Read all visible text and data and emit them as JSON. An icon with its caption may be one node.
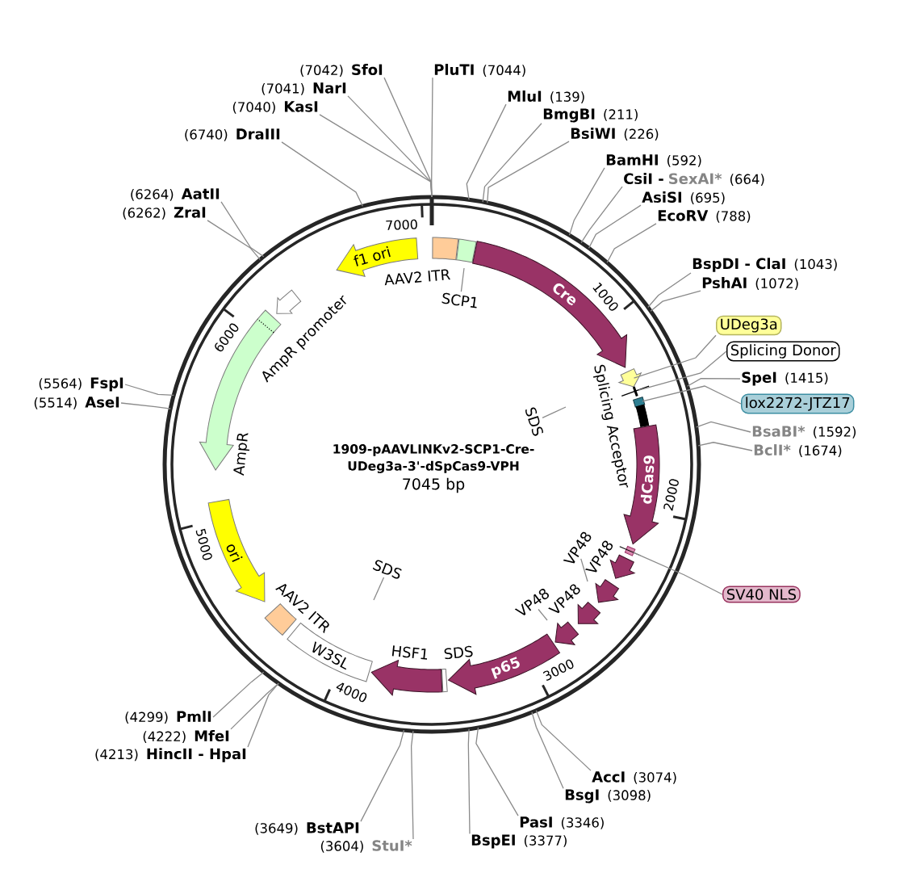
{
  "diagram": {
    "title": "1909-pAAVLINKv2-SCP1-Cre-UDeg3a-3'-dSpCas9-VPH",
    "nodes": [
      {
        "text": [],
        "shape": "circle"
      },
      {
        "text": [
          "f1 ori"
        ],
        "in": 0
      },
      {
        "text": [
          "AAV2 ITR"
        ],
        "in": 0
      },
      {
        "text": [
          "SCP1"
        ],
        "in": 0
      },
      {
        "text": [
          "Cre"
        ],
        "in": 0
      },
      {
        "text": [],
        "shape": "arrow",
        "in": 0
      },
      {
        "text": [],
        "shape": "bar",
        "in": 0
      },
      {
        "text": [],
        "shape": "box",
        "in": 0
      },
      {
        "text": [
          "Splicing Acceptor"
        ],
        "in": 0
      },
      {
        "text": [
          "dCas9"
        ],
        "in": 0
      },
      {
        "text": [],
        "shape": "box",
        "in": 0
      },
      {
        "text": [
          "VP48"
        ],
        "in": 0
      },
      {
        "text": [
          "VP48"
        ],
        "in": 0
      },
      {
        "text": [
          "VP48"
        ],
        "in": 0
      },
      {
        "text": [
          "VP48"
        ],
        "in": 0
      },
      {
        "text": [
          "p65"
        ],
        "in": 0
      },
      {
        "text": [
          "SDS"
        ],
        "in": 0
      },
      {
        "text": [
          "HSF1"
        ],
        "in": 0
      },
      {
        "text": [
          "W3SL"
        ],
        "in": 0
      },
      {
        "text": [
          "AAV2 ITR"
        ],
        "in": 0
      },
      {
        "text": [
          "ori"
        ],
        "in": 0
      },
      {
        "text": [
          "AmpR"
        ],
        "in": 0
      },
      {
        "text": [
          "AmpR promoter"
        ],
        "in": 0
      },
      {
        "text": [
          "SDS"
        ],
        "in": 0
      },
      {
        "text": [
          "SDS"
        ],
        "in": 0
      },
      {
        "text": [
          "UDeg3a"
        ]
      },
      {
        "text": [
          "Splicing Donor"
        ]
      },
      {
        "text": [
          "lox2272-JTZ17"
        ]
      },
      {
        "text": [
          "SV40 NLS"
        ]
      },
      {
        "text": [
          "PluTI",
          "(7044)"
        ]
      },
      {
        "text": [
          "MluI",
          "(139)"
        ]
      },
      {
        "text": [
          "BmgBI",
          "(211)"
        ]
      },
      {
        "text": [
          "BsiWI",
          "(226)"
        ]
      },
      {
        "text": [
          "BamHI",
          "(592)"
        ]
      },
      {
        "text": [
          "CsiI -",
          "SexAI*",
          "(664)"
        ]
      },
      {
        "text": [
          "AsiSI",
          "(695)"
        ]
      },
      {
        "text": [
          "EcoRV",
          "(788)"
        ]
      },
      {
        "text": [
          "BspDI - ClaI",
          "(1043)"
        ]
      },
      {
        "text": [
          "PshAI",
          "(1072)"
        ]
      },
      {
        "text": [
          "SpeI",
          "(1415)"
        ]
      },
      {
        "text": [
          "BsaBI*",
          "(1592)"
        ]
      },
      {
        "text": [
          "BclI*",
          "(1674)"
        ]
      },
      {
        "text": [
          "AccI",
          "(3074)"
        ]
      },
      {
        "text": [
          "BsgI",
          "(3098)"
        ]
      },
      {
        "text": [
          "PasI",
          "(3346)"
        ]
      },
      {
        "text": [
          "BspEI",
          "(3377)"
        ]
      },
      {
        "text": [
          "(3604)",
          "StuI*"
        ]
      },
      {
        "text": [
          "(3649)",
          "BstAPI"
        ]
      },
      {
        "text": [
          "(4213)",
          "HincII - HpaI"
        ]
      },
      {
        "text": [
          "(4222)",
          "MfeI"
        ]
      },
      {
        "text": [
          "(4299)",
          "PmlI"
        ]
      },
      {
        "text": [
          "(5514)",
          "AseI"
        ]
      },
      {
        "text": [
          "(5564)",
          "FspI"
        ]
      },
      {
        "text": [
          "(6262)",
          "ZraI"
        ]
      },
      {
        "text": [
          "(6264)",
          "AatII"
        ]
      },
      {
        "text": [
          "(6740)",
          "DraIII"
        ]
      },
      {
        "text": [
          "(7040)",
          "KasI"
        ]
      },
      {
        "text": [
          "(7041)",
          "NarI"
        ]
      },
      {
        "text": [
          "(7042)",
          "SfoI"
        ]
      }
    ],
    "edges": [
      {
        "from": 25,
        "to": 5,
        "arrow": "none"
      },
      {
        "from": 26,
        "to": 6,
        "arrow": "none"
      },
      {
        "from": 27,
        "to": 7,
        "arrow": "none"
      },
      {
        "from": 28,
        "to": 10,
        "arrow": "none"
      },
      {
        "from": 3,
        "to": 0,
        "arrow": "none"
      },
      {
        "from": 12,
        "to": 0,
        "arrow": "none"
      },
      {
        "from": 14,
        "to": 0,
        "arrow": "none"
      },
      {
        "from": 23,
        "to": 0,
        "arrow": "none"
      },
      {
        "from": 24,
        "to": 0,
        "arrow": "none"
      },
      {
        "from": 29,
        "to": 0,
        "arrow": "none"
      },
      {
        "from": 30,
        "to": 0,
        "arrow": "none"
      },
      {
        "from": 31,
        "to": 0,
        "arrow": "none"
      },
      {
        "from": 32,
        "to": 0,
        "arrow": "none"
      },
      {
        "from": 33,
        "to": 0,
        "arrow": "none"
      },
      {
        "from": 34,
        "to": 0,
        "arrow": "none"
      },
      {
        "from": 35,
        "to": 0,
        "arrow": "none"
      },
      {
        "from": 36,
        "to": 0,
        "arrow": "none"
      },
      {
        "from": 37,
        "to": 0,
        "arrow": "none"
      },
      {
        "from": 38,
        "to": 0,
        "arrow": "none"
      },
      {
        "from": 39,
        "to": 0,
        "arrow": "none"
      },
      {
        "from": 40,
        "to": 0,
        "arrow": "none"
      },
      {
        "from": 41,
        "to": 0,
        "arrow": "none"
      },
      {
        "from": 42,
        "to": 0,
        "arrow": "none"
      },
      {
        "from": 43,
        "to": 0,
        "arrow": "none"
      },
      {
        "from": 44,
        "to": 0,
        "arrow": "none"
      },
      {
        "from": 45,
        "to": 0,
        "arrow": "none"
      },
      {
        "from": 46,
        "to": 0,
        "arrow": "none"
      },
      {
        "from": 47,
        "to": 0,
        "arrow": "none"
      },
      {
        "from": 48,
        "to": 0,
        "arrow": "none"
      },
      {
        "from": 49,
        "to": 0,
        "arrow": "none"
      },
      {
        "from": 50,
        "to": 0,
        "arrow": "none"
      },
      {
        "from": 51,
        "to": 0,
        "arrow": "none"
      },
      {
        "from": 52,
        "to": 0,
        "arrow": "none"
      },
      {
        "from": 53,
        "to": 0,
        "arrow": "none"
      },
      {
        "from": 54,
        "to": 0,
        "arrow": "none"
      },
      {
        "from": 55,
        "to": 0,
        "arrow": "none"
      },
      {
        "from": 56,
        "to": 0,
        "arrow": "none"
      },
      {
        "from": 57,
        "to": 0,
        "arrow": "none"
      },
      {
        "from": 58,
        "to": 0,
        "arrow": "none"
      }
    ],
    "labels": [
      "1000",
      "2000",
      "3000",
      "4000",
      "5000",
      "6000",
      "7000",
      "7045 bp"
    ]
  }
}
